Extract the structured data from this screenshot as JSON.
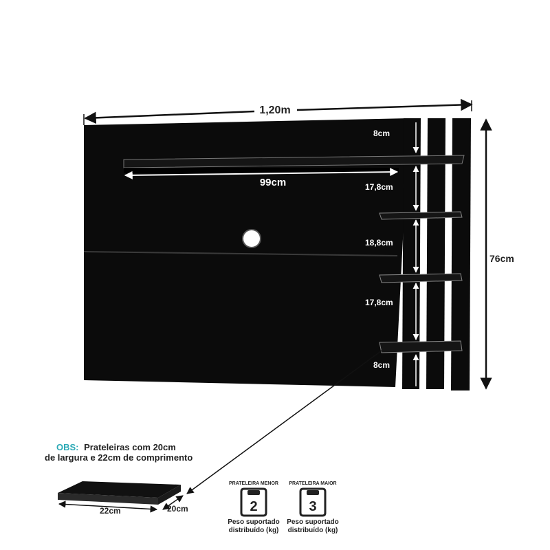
{
  "dimensions": {
    "total_width": "1,20m",
    "total_height": "76cm",
    "top_shelf_width": "99cm",
    "shelf_spacings": [
      "8cm",
      "17,8cm",
      "18,8cm",
      "17,8cm",
      "8cm"
    ]
  },
  "note": {
    "prefix": "OBS:",
    "line1": "Prateleiras com 20cm",
    "line2": "de largura e 22cm de comprimento"
  },
  "shelf_detail": {
    "length": "22cm",
    "width": "20cm"
  },
  "weight_badges": [
    {
      "title": "PRATELEIRA MENOR",
      "value": "2",
      "caption1": "Peso suportado",
      "caption2": "distribuído (kg)"
    },
    {
      "title": "PRATELEIRA MAIOR",
      "value": "3",
      "caption1": "Peso suportado",
      "caption2": "distribuído (kg)"
    }
  ],
  "colors": {
    "panel": "#0b0b0b",
    "accent": "#2ba9b5",
    "dimension_line": "#111111"
  }
}
